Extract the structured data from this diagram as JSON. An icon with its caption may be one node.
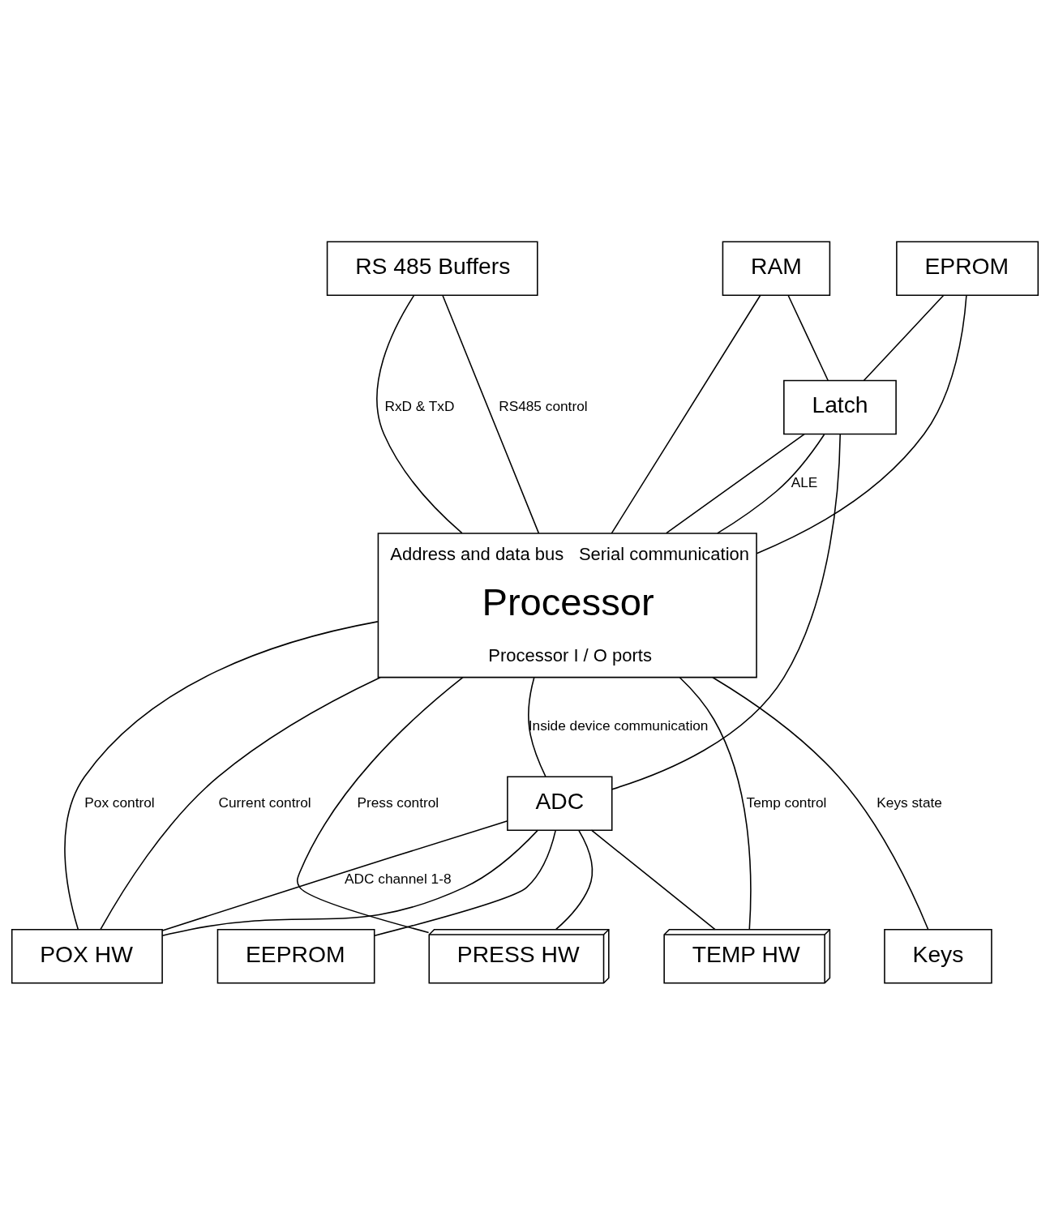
{
  "diagram": {
    "nodes": [
      {
        "text": [
          "RS 485 Buffers"
        ]
      },
      {
        "text": [
          "RAM"
        ]
      },
      {
        "text": [
          "EPROM"
        ]
      },
      {
        "text": [
          "Latch"
        ]
      },
      {
        "text": [
          "Address and data bus",
          "Serial communication",
          "Processor",
          "Processor I / O ports"
        ]
      },
      {
        "text": [
          "ADC"
        ]
      },
      {
        "text": [
          "POX HW"
        ]
      },
      {
        "text": [
          "PRESS HW"
        ]
      },
      {
        "text": [
          "TEMP HW"
        ]
      },
      {
        "text": [
          "Keys"
        ]
      },
      {
        "text": [
          "EEPROM"
        ]
      }
    ],
    "edges": [
      {
        "from": 1,
        "to": 3,
        "arrow": "none"
      },
      {
        "from": 2,
        "to": 3,
        "arrow": "none"
      },
      {
        "from": 1,
        "to": 4,
        "arrow": "none"
      },
      {
        "from": 2,
        "to": 4,
        "arrow": "none"
      },
      {
        "from": 3,
        "to": 4,
        "arrow": "none"
      },
      {
        "from": 0,
        "to": 4,
        "arrow": "none",
        "label": "RxD & TxD"
      },
      {
        "from": 0,
        "to": 4,
        "arrow": "none",
        "label": "RS485 control"
      },
      {
        "from": 3,
        "to": 4,
        "arrow": "none",
        "label": "ALE"
      },
      {
        "from": 3,
        "to": 5,
        "arrow": "none"
      },
      {
        "from": 4,
        "to": 6,
        "arrow": "none",
        "label": "Current control"
      },
      {
        "from": 4,
        "to": 6,
        "arrow": "none",
        "label": "Pox control"
      },
      {
        "from": 4,
        "to": 5,
        "arrow": "none",
        "label": "Inside device communication"
      },
      {
        "from": 5,
        "to": 6,
        "arrow": "none"
      },
      {
        "from": 5,
        "to": 10,
        "arrow": "none"
      },
      {
        "from": 4,
        "to": 7,
        "arrow": "none",
        "label": "Press control"
      },
      {
        "from": 4,
        "to": 8,
        "arrow": "none",
        "label": "Temp control"
      },
      {
        "from": 4,
        "to": 9,
        "arrow": "none",
        "label": "Keys state"
      },
      {
        "from": 5,
        "to": 6,
        "arrow": "none",
        "label": "ADC channel 1-8"
      },
      {
        "from": 5,
        "to": 7,
        "arrow": "none"
      },
      {
        "from": 5,
        "to": 8,
        "arrow": "none"
      }
    ]
  }
}
